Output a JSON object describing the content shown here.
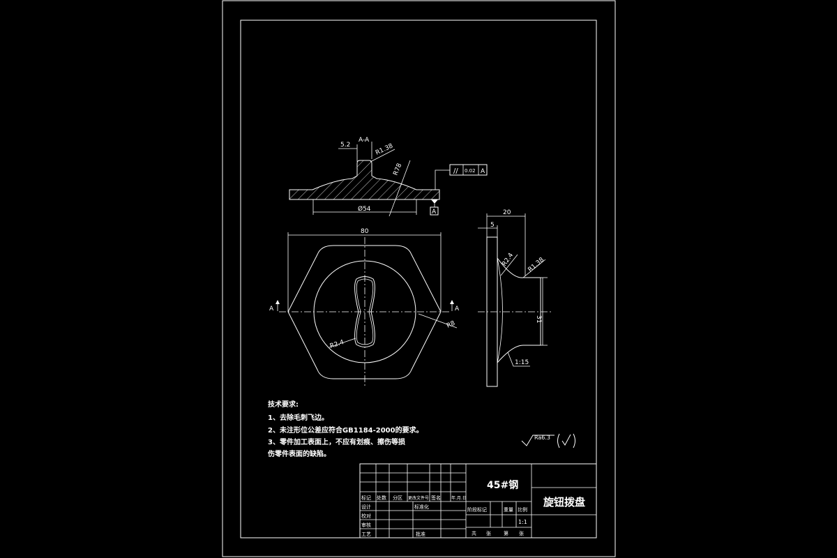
{
  "section_view": {
    "section_label": "A-A",
    "dim_thickness": "5.2",
    "dim_fillet_r138": "R1.38",
    "dim_r78": "R78",
    "dim_diameter": "Ø54",
    "tolerance_symbol": "//",
    "tolerance_value": "0.02",
    "tolerance_datum": "A",
    "datum_label": "A"
  },
  "front_view": {
    "dim_width": "80",
    "dim_r8": "R8",
    "dim_r24": "R2.4",
    "section_mark_left": "A",
    "section_mark_right": "A"
  },
  "side_view": {
    "dim_total": "20",
    "dim_plate": "5",
    "dim_r24": "R2.4",
    "dim_r138": "R1.38",
    "dim_height": "31",
    "dim_taper": "1:15"
  },
  "surface_finish": {
    "value": "Ra6.3"
  },
  "tech_requirements": {
    "title": "技术要求:",
    "lines": [
      "1、去除毛刺飞边。",
      "2、未注形位公差应符合GB1184-2000的要求。",
      "3、零件加工表面上，不应有划痕、擦伤等损",
      "伤零件表面的缺陷。"
    ]
  },
  "title_block": {
    "material": "45#钢",
    "part_name": "旋钮拨盘",
    "header_cells": [
      "标记",
      "处数",
      "分区",
      "更改文件号",
      "签名",
      "年.月.日"
    ],
    "row_labels": [
      "设计",
      "校对",
      "审核",
      "工艺"
    ],
    "standardization": "标准化",
    "approve": "批准",
    "stage_cells": [
      "阶段标记",
      "重量",
      "比例"
    ],
    "scale": "1:1",
    "sheet_cells": [
      "共",
      "张",
      "第",
      "张"
    ]
  }
}
